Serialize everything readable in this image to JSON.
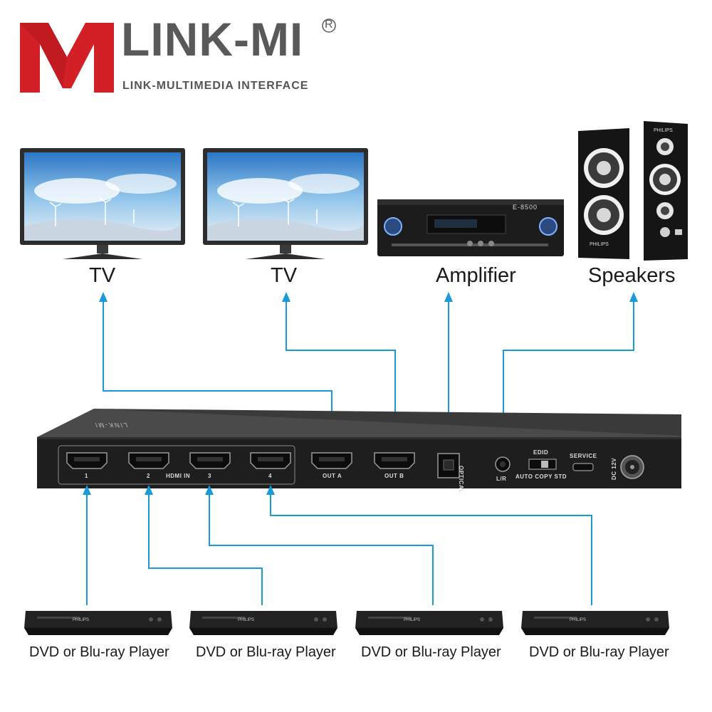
{
  "brand": {
    "name": "LINK-MI",
    "registered": "R",
    "tagline": "LINK-MULTIMEDIA INTERFACE",
    "colors": {
      "red": "#d32027",
      "gray": "#595959"
    }
  },
  "outputs": [
    {
      "label": "TV"
    },
    {
      "label": "TV"
    },
    {
      "label": "Amplifier"
    },
    {
      "label": "Speakers"
    }
  ],
  "switcher": {
    "brand": "LINK-MI",
    "ports": {
      "hdmi_in_1": "1",
      "hdmi_in_2": "2",
      "hdmi_in_label": "HDMI IN",
      "hdmi_in_3": "3",
      "hdmi_in_4": "4",
      "out_a": "OUT A",
      "out_b": "OUT B",
      "optical": "OPTICAL",
      "lr": "L/R",
      "edid": "EDID",
      "edid_options": "AUTO COPY STD",
      "service": "SERVICE",
      "dc": "DC 12V"
    }
  },
  "amplifier": {
    "model": "E-8500"
  },
  "speakers": {
    "brand": "PHILIPS"
  },
  "players": [
    {
      "label": "DVD or Blu-ray Player",
      "brand": "PHILIPS"
    },
    {
      "label": "DVD or Blu-ray Player",
      "brand": "PHILIPS"
    },
    {
      "label": "DVD or Blu-ray Player",
      "brand": "PHILIPS"
    },
    {
      "label": "DVD or Blu-ray Player",
      "brand": "PHILIPS"
    }
  ],
  "connector_color": "#1a9ad8"
}
